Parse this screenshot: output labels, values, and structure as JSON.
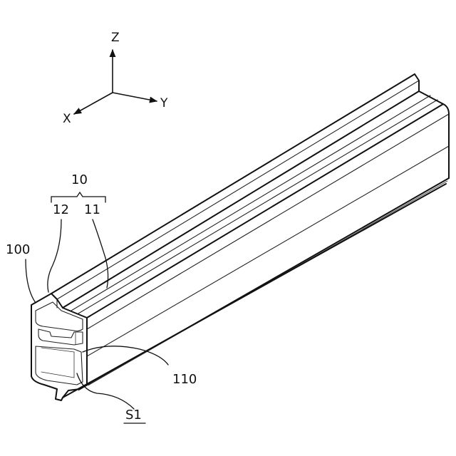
{
  "axes": {
    "z_label": "Z",
    "y_label": "Y",
    "x_label": "X"
  },
  "labels": {
    "assembly": "10",
    "part_12": "12",
    "part_11": "11",
    "part_100": "100",
    "part_110": "110",
    "space_s1": "S1"
  },
  "colors": {
    "line": "#111111",
    "background": "#ffffff"
  }
}
